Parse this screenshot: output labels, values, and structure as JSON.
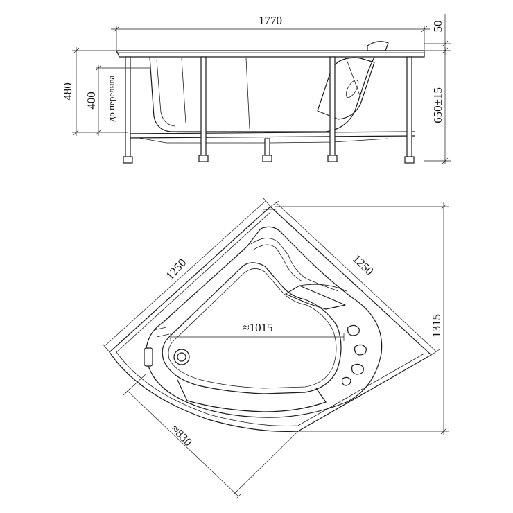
{
  "side_view": {
    "length_label": "1770",
    "rim_label": "50",
    "total_height_label": "480",
    "overflow_height_label": "400",
    "overflow_caption": "до перелива",
    "leg_height_label": "650±15"
  },
  "top_view": {
    "side_a_label": "1250",
    "side_b_label": "1250",
    "depth_label": "1315",
    "inner_width_label": "≈1015",
    "front_label": "≈830"
  }
}
